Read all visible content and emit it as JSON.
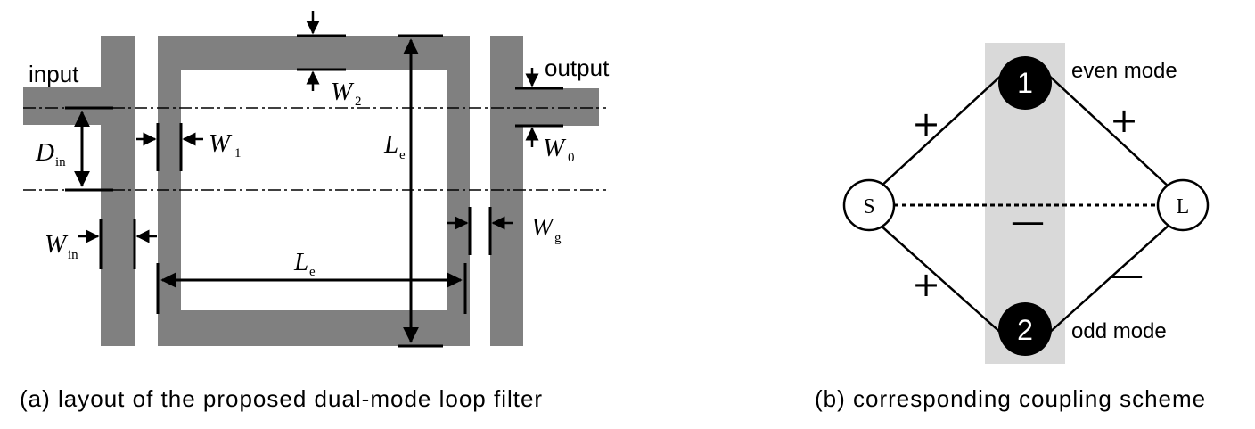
{
  "layout_panel": {
    "labels": {
      "input": "input",
      "output": "output",
      "d_in_main": "D",
      "d_in_sub": "in",
      "w1_main": "W",
      "w1_sub": "1",
      "w2_main": "W",
      "w2_sub": "2",
      "w0_main": "W",
      "w0_sub": "0",
      "win_main": "W",
      "win_sub": "in",
      "wg_main": "W",
      "wg_sub": "g",
      "le_vertical_main": "L",
      "le_vertical_sub": "e",
      "le_horizontal_main": "L",
      "le_horizontal_sub": "e"
    },
    "caption": "(a) layout of the proposed dual-mode loop filter"
  },
  "coupling_panel": {
    "nodes": {
      "source": "S",
      "load": "L",
      "mode1": "1",
      "mode2": "2"
    },
    "mode_labels": {
      "even": "even mode",
      "odd": "odd mode"
    },
    "signs": {
      "s_to_1": "+",
      "one_to_l": "+",
      "s_to_2": "+",
      "two_to_l": "—",
      "s_to_l": "—"
    },
    "caption": "(b) corresponding coupling scheme"
  },
  "colors": {
    "strip": "#808080",
    "shade": "#d9d9d9",
    "line": "#000000",
    "node_fill_dark": "#000000",
    "node_fill_light": "#ffffff"
  }
}
